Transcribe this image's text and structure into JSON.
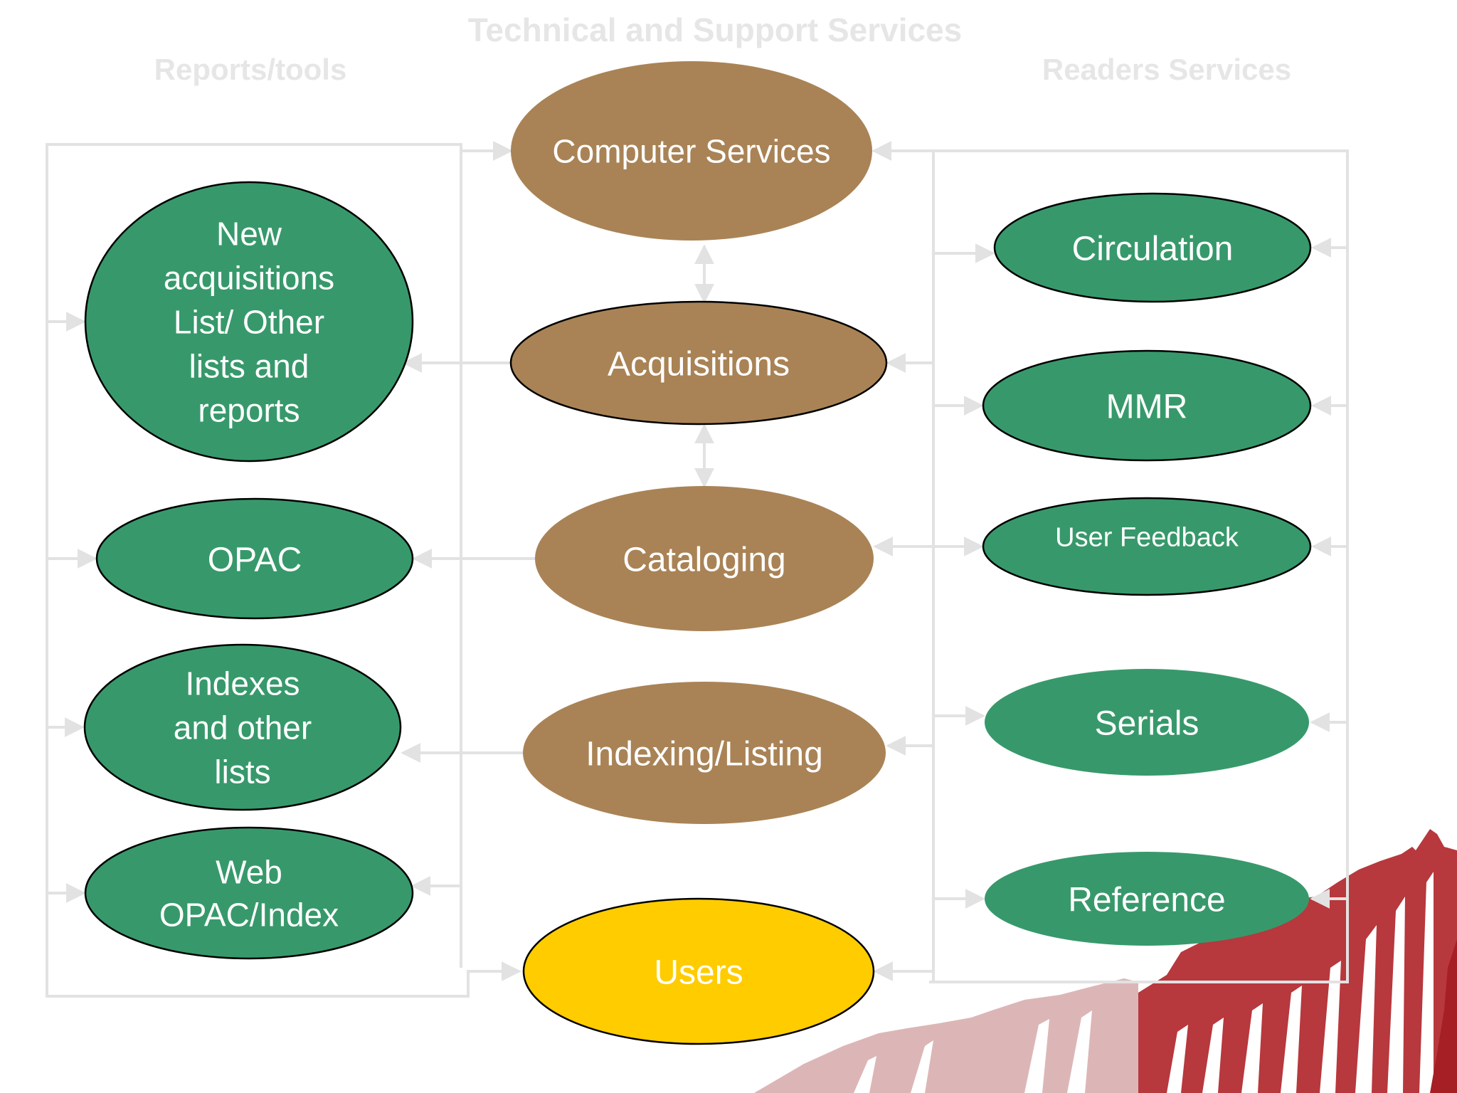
{
  "headers": {
    "top": "Technical and Support Services",
    "left": "Reports/tools",
    "right": "Readers Services"
  },
  "nodes": {
    "computer_services": {
      "lines": [
        "Computer Services"
      ]
    },
    "acquisitions": {
      "lines": [
        "Acquisitions"
      ]
    },
    "cataloging": {
      "lines": [
        "Cataloging"
      ]
    },
    "indexing_listing": {
      "lines": [
        "Indexing/Listing"
      ]
    },
    "users": {
      "lines": [
        "Users"
      ]
    },
    "new_acquisitions": {
      "lines": [
        "New",
        "acquisitions",
        "List/ Other",
        "lists and",
        "reports"
      ]
    },
    "opac": {
      "lines": [
        "OPAC"
      ]
    },
    "indexes": {
      "lines": [
        "Indexes",
        "and other",
        "lists"
      ]
    },
    "web_opac": {
      "lines": [
        "Web",
        "OPAC/Index"
      ]
    },
    "circulation": {
      "lines": [
        "Circulation"
      ]
    },
    "mmr": {
      "lines": [
        "MMR"
      ]
    },
    "user_feedback": {
      "lines": [
        "User Feedback"
      ]
    },
    "serials": {
      "lines": [
        "Serials"
      ]
    },
    "reference": {
      "lines": [
        "Reference"
      ]
    }
  },
  "colors": {
    "header_text": "#e6e6e6",
    "connector": "#e2e2e2",
    "brown_fill": "#a98356",
    "green_fill": "#37996b",
    "yellow_fill": "#ffcc00",
    "node_text": "#ffffff",
    "outline": "#000000",
    "mountain_red": "#a51f24",
    "mountain_light": "#dcb6b7"
  }
}
